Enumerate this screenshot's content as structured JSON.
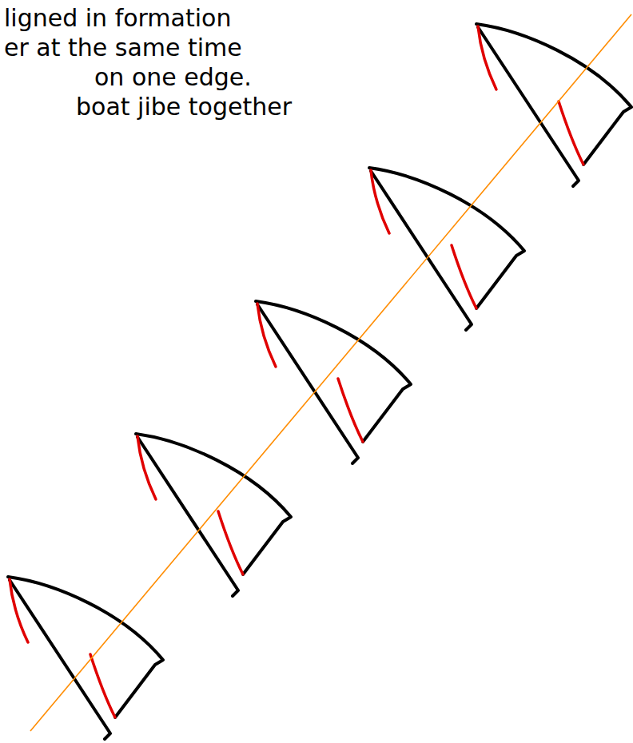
{
  "diagram": {
    "labels": [
      "ligned in formation",
      "er at the same time",
      "on one edge.",
      "boat jibe together"
    ]
  }
}
